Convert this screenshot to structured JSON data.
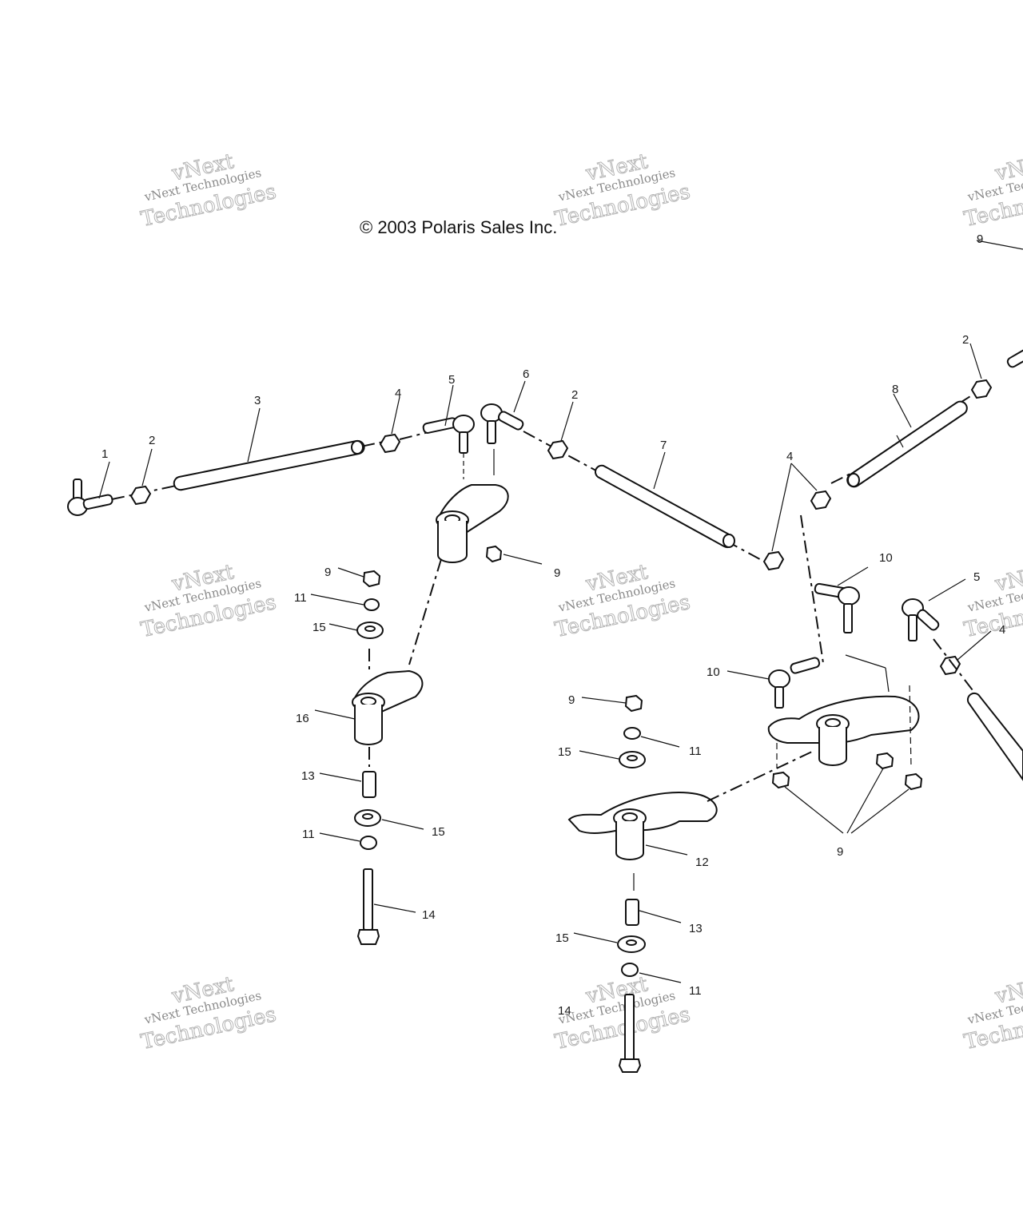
{
  "copyright": "© 2003 Polaris Sales Inc.",
  "watermark": {
    "small": "vNext Technologies",
    "large": "Technologies",
    "brand": "vNext"
  },
  "callouts": [
    "1",
    "2",
    "3",
    "4",
    "5",
    "6",
    "2",
    "7",
    "8",
    "2",
    "4",
    "9",
    "9",
    "11",
    "15",
    "16",
    "13",
    "11",
    "15",
    "14",
    "9",
    "15",
    "11",
    "12",
    "13",
    "15",
    "11",
    "14",
    "10",
    "10",
    "5",
    "4",
    "9",
    "9"
  ]
}
